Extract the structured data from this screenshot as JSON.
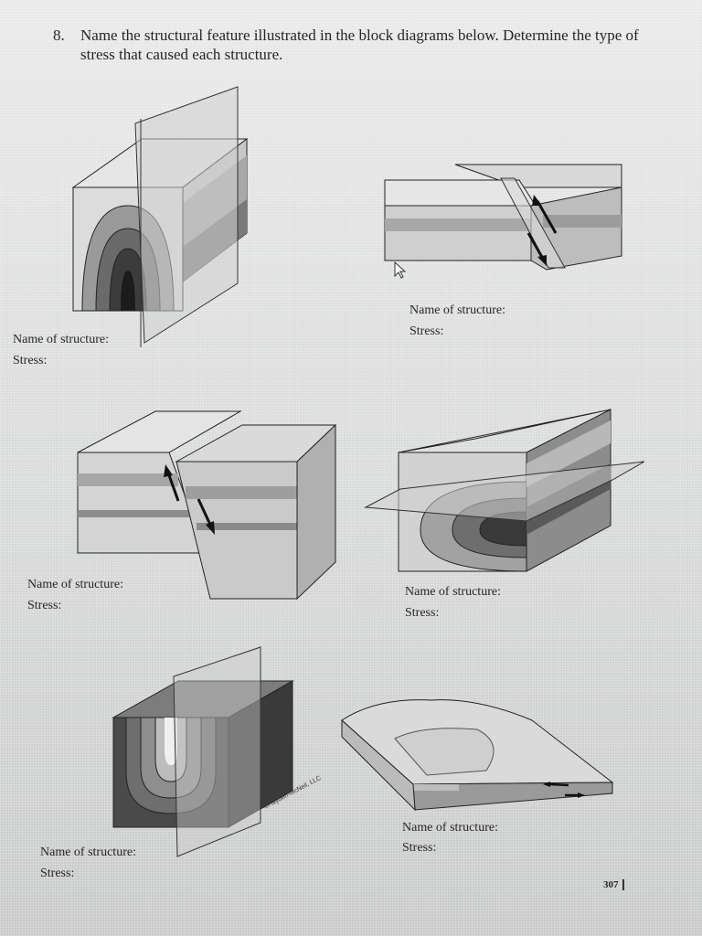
{
  "question": {
    "number": "8.",
    "text": "Name the structural feature illustrated in the block diagrams below. Determine the type of stress that caused each structure."
  },
  "labels": {
    "name": "Name of structure:",
    "stress": "Stress:"
  },
  "copyright": "©Hayden-McNeil, LLC",
  "page_number": "307"
}
